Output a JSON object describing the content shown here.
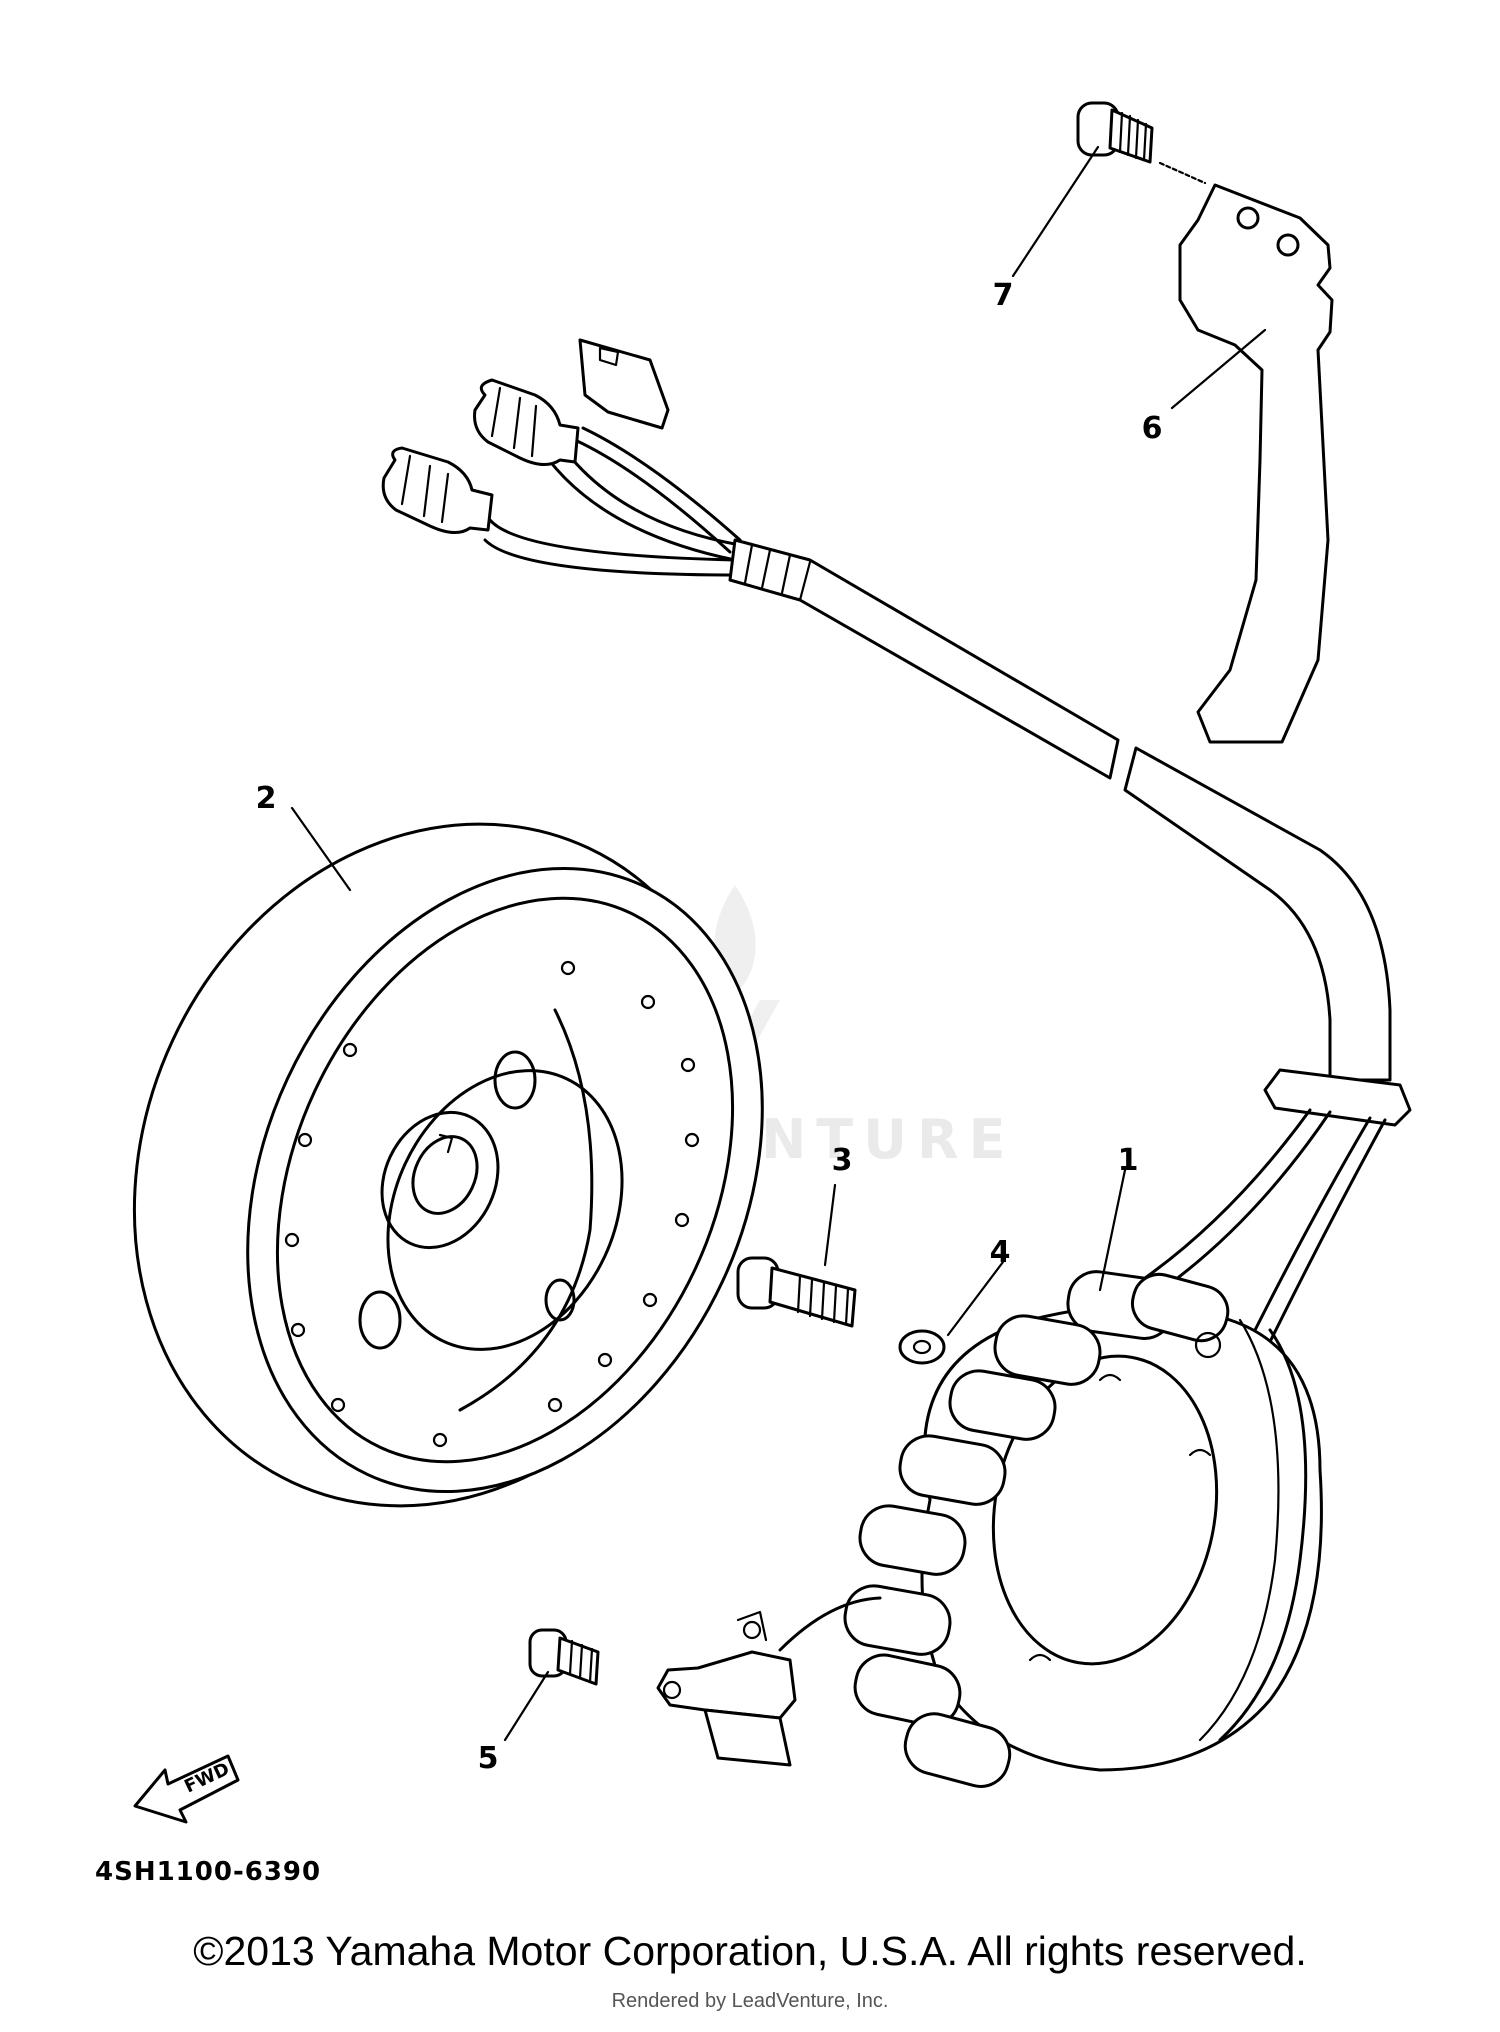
{
  "callouts": {
    "c1": "1",
    "c2": "2",
    "c3": "3",
    "c4": "4",
    "c5": "5",
    "c6": "6",
    "c7": "7"
  },
  "fwd_label": "FWD",
  "part_code": "4SH1100-6390",
  "watermark": "LEADVENTURE",
  "copyright": "©2013 Yamaha Motor Corporation, U.S.A. All rights reserved.",
  "rendered_by": "Rendered by LeadVenture, Inc."
}
